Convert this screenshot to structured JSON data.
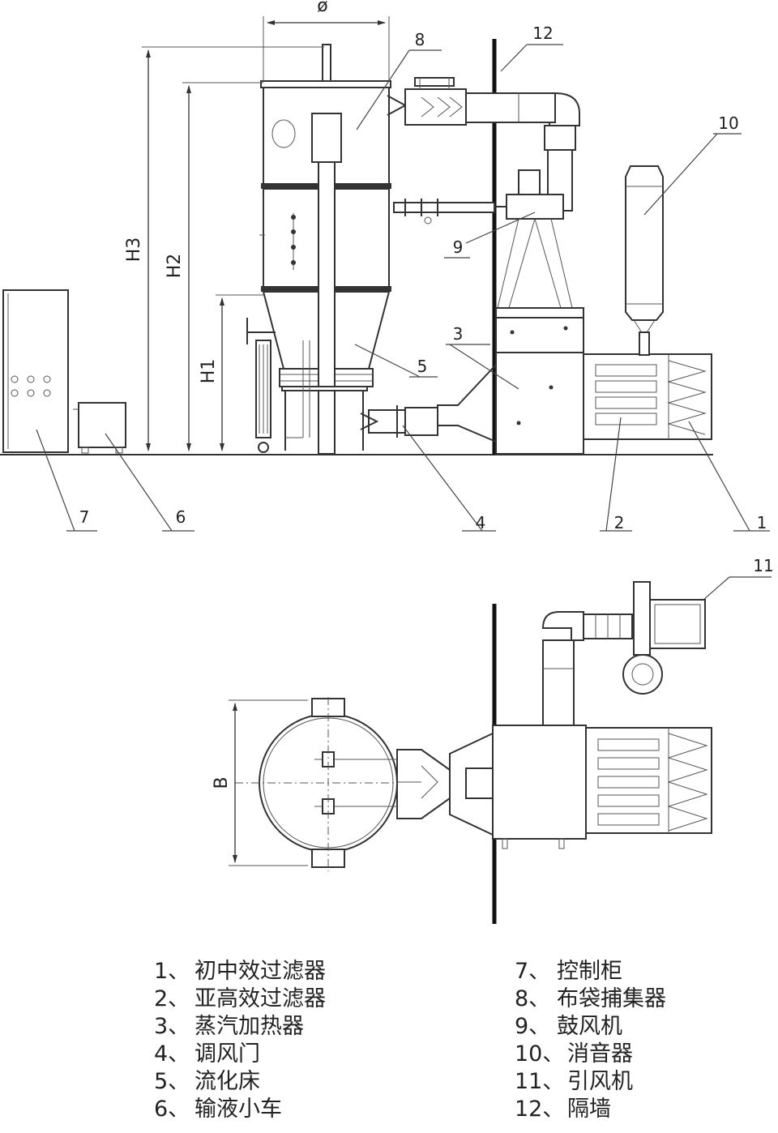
{
  "dimensions": {
    "diameter": "ø",
    "h1": "H1",
    "h2": "H2",
    "h3": "H3",
    "b": "B"
  },
  "callouts": [
    "1",
    "2",
    "3",
    "4",
    "5",
    "6",
    "7",
    "8",
    "9",
    "10",
    "11",
    "12"
  ],
  "legend": [
    {
      "num": "1、",
      "text": "初中效过滤器"
    },
    {
      "num": "2、",
      "text": "亚高效过滤器"
    },
    {
      "num": "3、",
      "text": "蒸汽加热器"
    },
    {
      "num": "4、",
      "text": "调风门"
    },
    {
      "num": "5、",
      "text": "流化床"
    },
    {
      "num": "6、",
      "text": "输液小车"
    },
    {
      "num": "7、",
      "text": "控制柜"
    },
    {
      "num": "8、",
      "text": "布袋捕集器"
    },
    {
      "num": "9、",
      "text": "鼓风机"
    },
    {
      "num": "10、",
      "text": "消音器"
    },
    {
      "num": "11、",
      "text": "引风机"
    },
    {
      "num": "12、",
      "text": "隔墙"
    }
  ]
}
